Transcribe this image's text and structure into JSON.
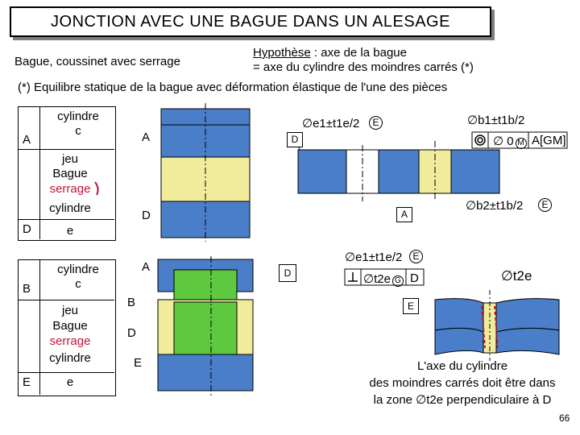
{
  "title": "JONCTION AVEC UNE BAGUE DANS UN ALESAGE",
  "subtitle": "Bague, coussinet avec serrage",
  "hypothesis": {
    "label": "Hypothèse",
    "line1_rest": " : axe de la bague",
    "line2": "= axe du cylindre des moindres carrés (*)"
  },
  "note": "(*) Equilibre statique de la bague avec déformation élastique de l'une des pièces",
  "table_top": {
    "letter_a": "A",
    "letter_d": "D",
    "rows": [
      "cylindre",
      "c",
      "jeu",
      "Bague",
      "serrage",
      "cylindre",
      "e"
    ]
  },
  "table_bottom": {
    "letter_b": "B",
    "letter_e": "E",
    "rows": [
      "cylindre",
      "c",
      "jeu",
      "Bague",
      "serrage",
      "cylindre",
      "e"
    ]
  },
  "drawing_labels": {
    "a_top": "A",
    "d_top": "D",
    "a_bot": "A",
    "b_bot": "B",
    "d_bot": "D",
    "e_bot": "E",
    "d_mid": "D",
    "a_right": "A",
    "d_frame": "D",
    "e_frame": "E"
  },
  "tolerances": {
    "e1_top": "∅e1±t1e/2",
    "e1_top_mod": "E",
    "b1": "∅b1±t1b/2",
    "frame_val": "∅ 0",
    "frame_mod": "M",
    "frame_ref": "A[GM]",
    "b2": "∅b2±t1b/2",
    "b2_mod": "E",
    "e1_mid": "∅e1±t1e/2",
    "e1_mid_mod": "E",
    "perp_val": "∅t2e",
    "perp_mod": "G",
    "perp_ref": "D",
    "t2e": "∅t2e"
  },
  "caption": [
    "L'axe du cylindre",
    "des moindres carrés doit être dans",
    "la zone ∅t2e perpendiculaire à D"
  ],
  "page_number": "66",
  "colors": {
    "blue": "#4a7ec8",
    "green": "#5ec840",
    "yellow": "#f0ec9c",
    "red": "#c0143c",
    "table_bg": "#ffffff"
  }
}
